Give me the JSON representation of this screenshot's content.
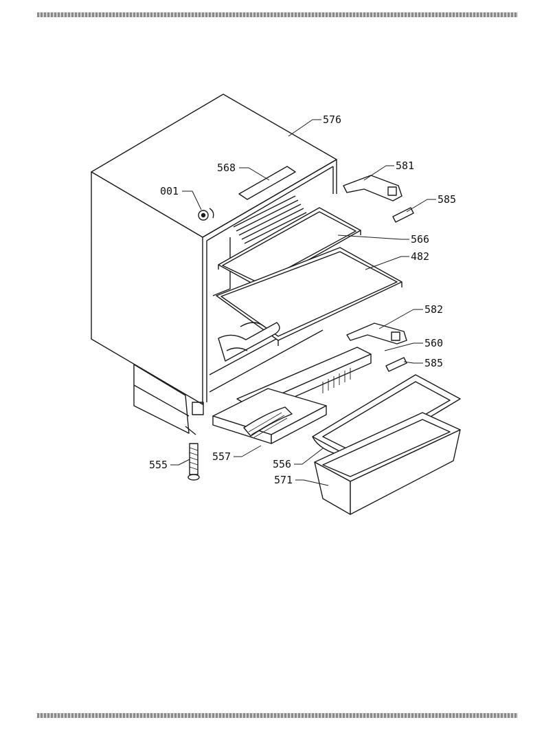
{
  "diagram": {
    "part_labels": [
      {
        "id": "p576",
        "text": "576"
      },
      {
        "id": "p568",
        "text": "568"
      },
      {
        "id": "p581",
        "text": "581"
      },
      {
        "id": "p001",
        "text": "001"
      },
      {
        "id": "p585a",
        "text": "585"
      },
      {
        "id": "p566",
        "text": "566"
      },
      {
        "id": "p482",
        "text": "482"
      },
      {
        "id": "p582",
        "text": "582"
      },
      {
        "id": "p560",
        "text": "560"
      },
      {
        "id": "p585b",
        "text": "585"
      },
      {
        "id": "p555",
        "text": "555"
      },
      {
        "id": "p557",
        "text": "557"
      },
      {
        "id": "p556",
        "text": "556"
      },
      {
        "id": "p571",
        "text": "571"
      }
    ]
  },
  "colors": {
    "line": "#1a1a1a",
    "background": "#ffffff",
    "rule": "#9a9a9a"
  }
}
